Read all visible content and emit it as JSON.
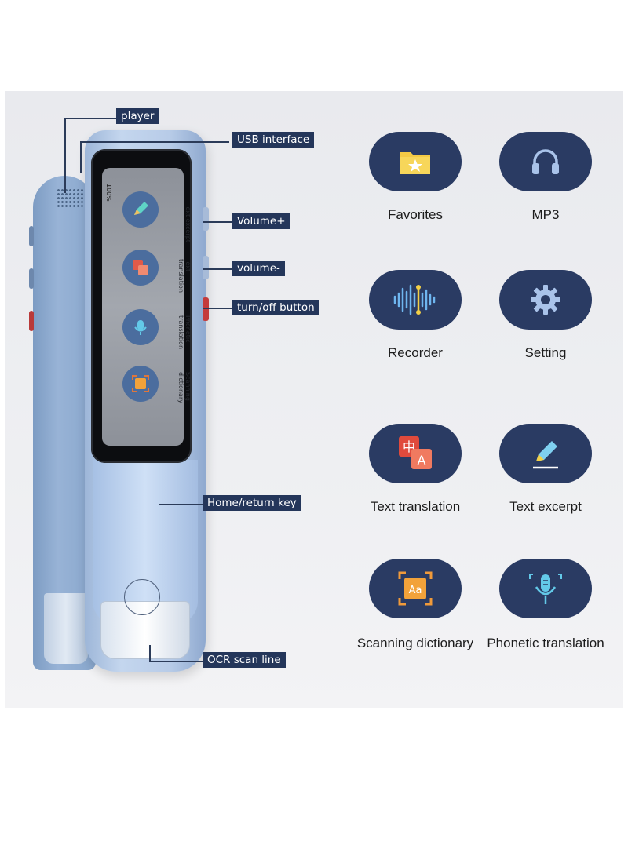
{
  "callouts": {
    "player": "player",
    "usb": "USB interface",
    "volume_up": "Volume+",
    "volume_down": "volume-",
    "power": "turn/off button",
    "home": "Home/return key",
    "ocr": "OCR scan line"
  },
  "screen": {
    "battery": "100%",
    "apps": [
      {
        "label": "Text excerpt",
        "icon": "pencil-icon"
      },
      {
        "label": "Text translation",
        "icon": "translate-icon"
      },
      {
        "label": "Phonetic translation",
        "icon": "microphone-icon"
      },
      {
        "label": "Scanning dictionary",
        "icon": "scan-icon"
      }
    ]
  },
  "features": [
    {
      "label": "Favorites",
      "icon": "folder-star-icon"
    },
    {
      "label": "MP3",
      "icon": "headphones-icon"
    },
    {
      "label": "Recorder",
      "icon": "waveform-icon"
    },
    {
      "label": "Setting",
      "icon": "gear-icon"
    },
    {
      "label": "Text translation",
      "icon": "translate-icon",
      "glyph_a": "中",
      "glyph_b": "A"
    },
    {
      "label": "Text excerpt",
      "icon": "pencil-icon"
    },
    {
      "label": "Scanning dictionary",
      "icon": "scan-dictionary-icon",
      "glyph": "Aa"
    },
    {
      "label": "Phonetic translation",
      "icon": "microphone-icon"
    }
  ],
  "colors": {
    "badge_bg": "#24365a",
    "icon_bg": "#2a3b63",
    "pen_blue": "#b8cce8"
  }
}
